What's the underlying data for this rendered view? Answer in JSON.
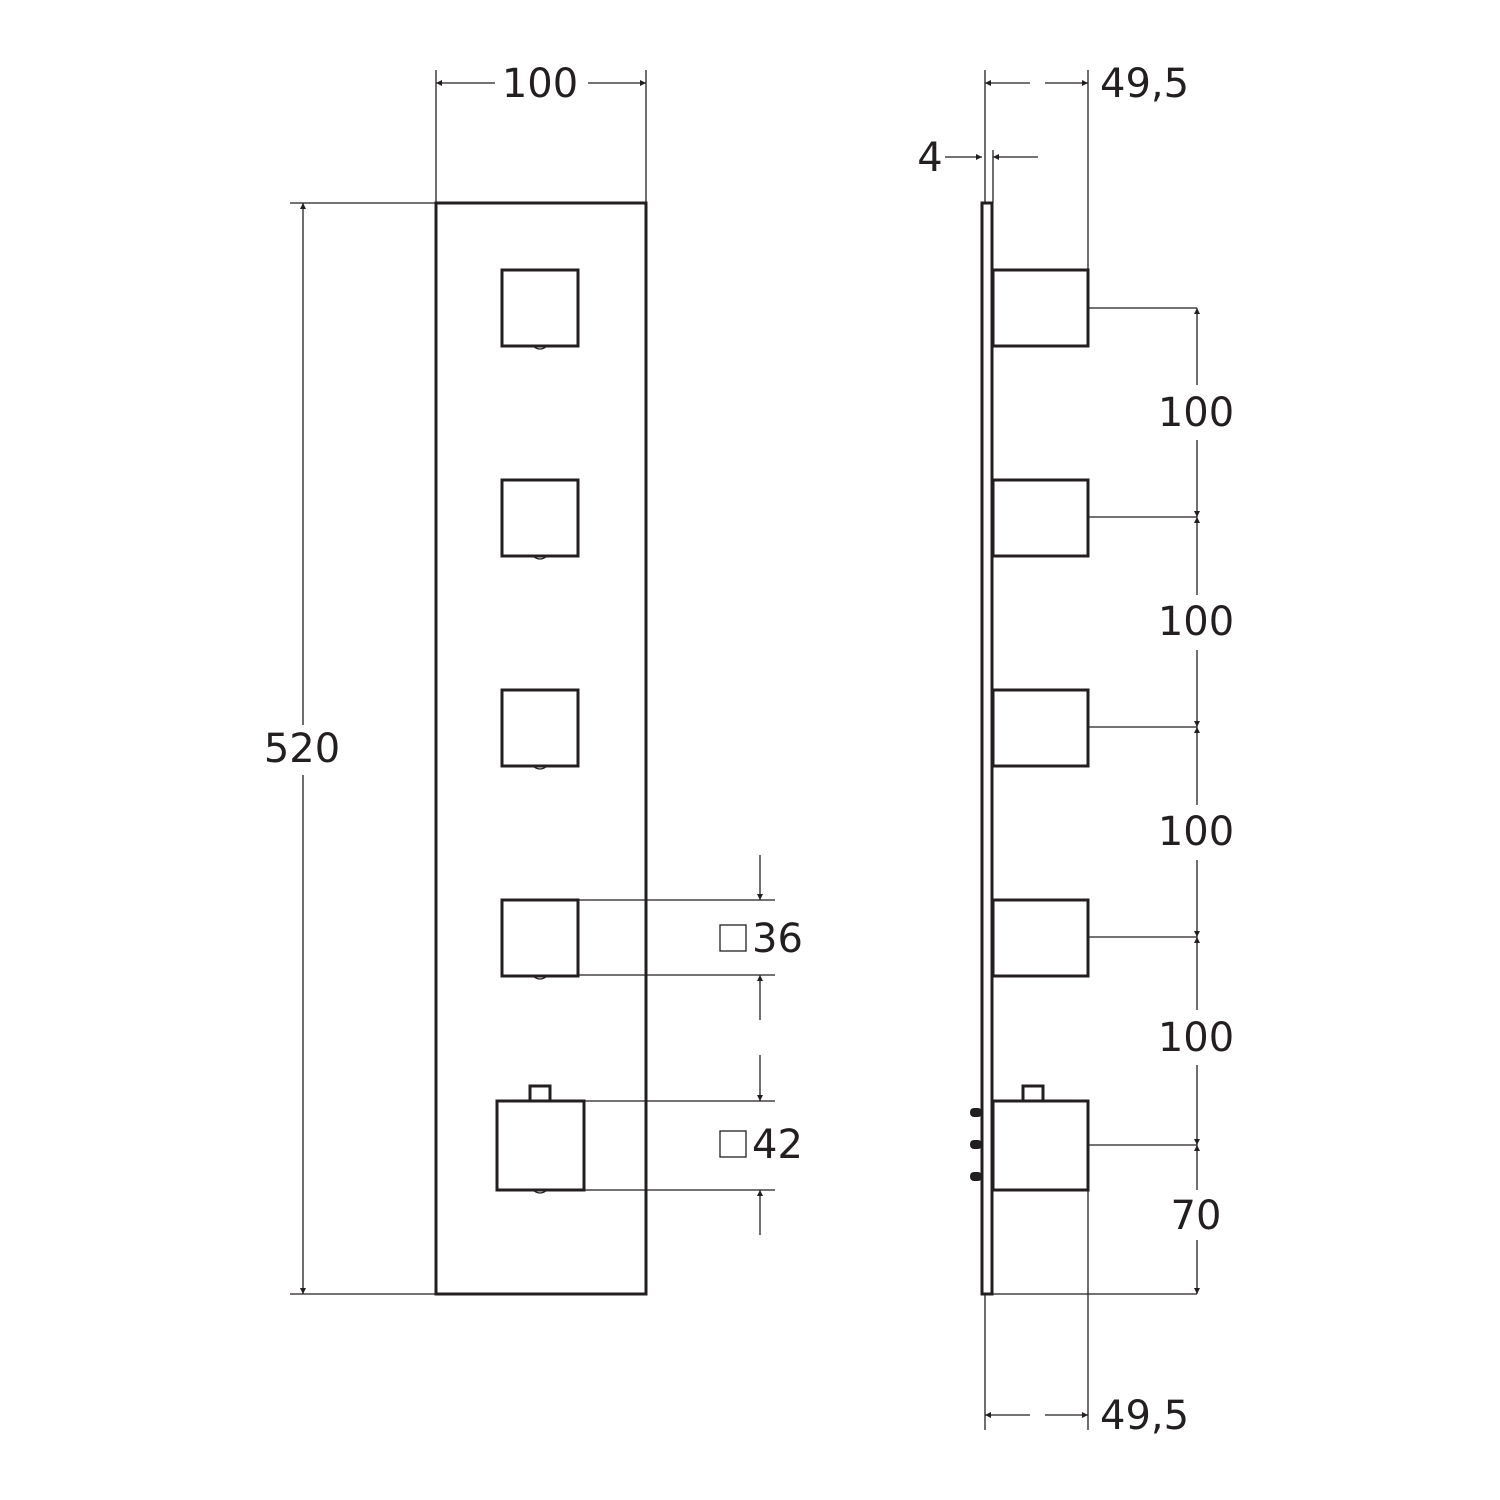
{
  "front_view": {
    "width_label": "100",
    "height_label": "520",
    "knob_small_label": "36",
    "knob_large_label": "42"
  },
  "side_view": {
    "depth_top_label": "49,5",
    "depth_bottom_label": "49,5",
    "plate_thickness_label": "4",
    "spacing_labels": [
      "100",
      "100",
      "100",
      "100"
    ],
    "bottom_offset_label": "70"
  },
  "colors": {
    "line": "#231f20",
    "background": "#ffffff"
  }
}
